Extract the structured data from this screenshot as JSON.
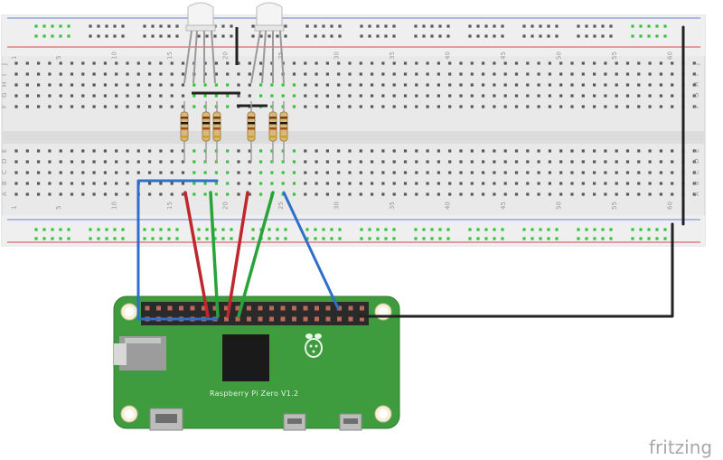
{
  "board": {
    "label": "Raspberry Pi Zero V1.2",
    "pcb_color": "#3e9b3e",
    "header_color": "#2a2a2a"
  },
  "breadboard": {
    "column_numbers": [
      "1",
      "5",
      "10",
      "15",
      "20",
      "25",
      "30",
      "35",
      "40",
      "45",
      "50",
      "55",
      "60"
    ],
    "row_letters_top": [
      "J",
      "I",
      "H",
      "G",
      "F"
    ],
    "row_letters_bottom": [
      "E",
      "D",
      "C",
      "B",
      "A"
    ]
  },
  "components": {
    "leds": [
      "rgb-led-1",
      "rgb-led-2"
    ],
    "resistors_per_led": 3
  },
  "wire_colors": {
    "red": "#c0272d",
    "green": "#27a33a",
    "blue": "#2f6fc9",
    "black": "#222222"
  },
  "branding": {
    "logo": "fritzing"
  }
}
